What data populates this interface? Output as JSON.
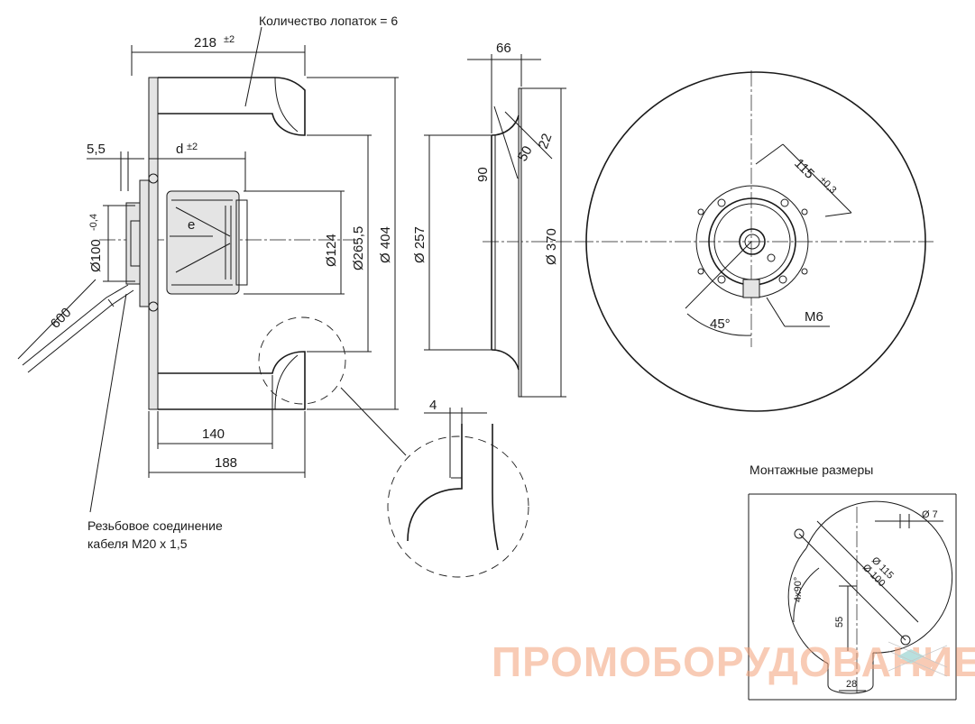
{
  "labels": {
    "blade_count": "Количество лопаток = 6",
    "dim_218": "218",
    "tol_218": "±2",
    "dim_55_left": "5,5",
    "dim_d": "d",
    "tol_d": "±2",
    "dim_e": "e",
    "dim_100": "Ø100",
    "tol_100": "-0,4",
    "dim_600": "600",
    "dim_124": "Ø124",
    "dim_2655": "Ø265,5",
    "dim_404": "Ø 404",
    "dim_140": "140",
    "dim_188": "188",
    "cable_note_line1": "Резьбовое соединение",
    "cable_note_line2": "кабеля М20 х 1,5",
    "dim_66": "66",
    "dim_90": "90",
    "dim_50": "50",
    "dim_22": "22",
    "dim_257": "Ø 257",
    "dim_370": "Ø 370",
    "dim_4": "4",
    "dim_115": "115",
    "tol_115": "±0,3",
    "dim_45": "45°",
    "dim_m6": "M6",
    "mount_title": "Монтажные размеры",
    "m_d7": "Ø 7",
    "m_d115": "Ø 115",
    "m_d100": "Ø 100",
    "m_4x90": "4x90°",
    "m_55": "55",
    "m_28": "28",
    "watermark": "ПРОМОБОРУДОВАНИЕ"
  },
  "colors": {
    "watermark_orange": "#f3a27a",
    "watermark_teal": "#7fc7c4"
  }
}
